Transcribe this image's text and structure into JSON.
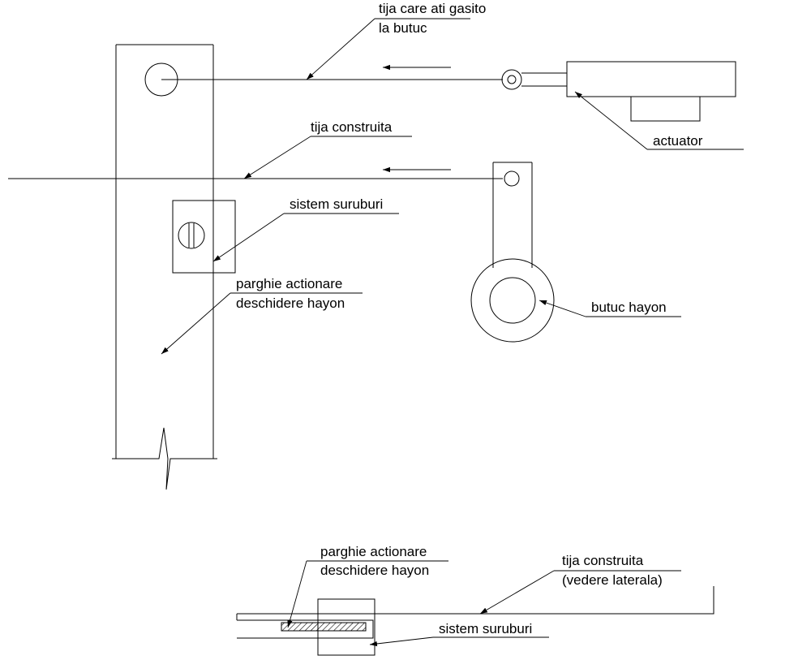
{
  "labels": {
    "tija_gasita_line1": "tija care ati gasito",
    "tija_gasita_line2": "la butuc",
    "actuator": "actuator",
    "tija_construita": "tija construita",
    "sistem_suruburi": "sistem suruburi",
    "parghie_line1": "parghie actionare",
    "parghie_line2": "deschidere hayon",
    "butuc_hayon": "butuc hayon",
    "side_parghie_line1": "parghie actionare",
    "side_parghie_line2": "deschidere hayon",
    "side_tija_line1": "tija construita",
    "side_tija_line2": "(vedere laterala)",
    "side_sistem_suruburi": "sistem suruburi"
  },
  "colors": {
    "stroke": "#000000",
    "background": "#ffffff",
    "hatch": "#000000"
  }
}
